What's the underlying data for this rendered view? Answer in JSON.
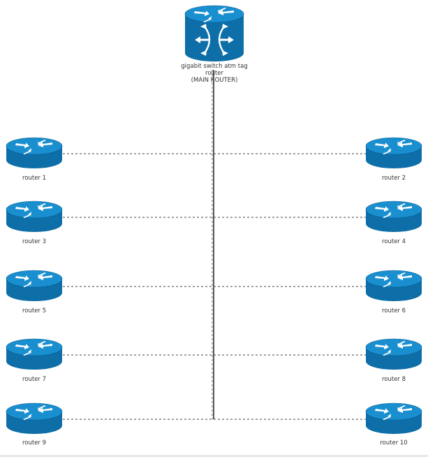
{
  "diagram": {
    "main_router": {
      "label_line1": "gigabit switch atm tag",
      "label_line2": "router",
      "label_line3": "(MAIN ROUTER)",
      "icon": "atm-switch-icon"
    },
    "routers": [
      {
        "id": "router-1",
        "label": "router 1",
        "side": "left",
        "icon": "router-icon"
      },
      {
        "id": "router-2",
        "label": "router 2",
        "side": "right",
        "icon": "router-icon"
      },
      {
        "id": "router-3",
        "label": "router 3",
        "side": "left",
        "icon": "router-icon"
      },
      {
        "id": "router-4",
        "label": "router 4",
        "side": "right",
        "icon": "router-icon"
      },
      {
        "id": "router-5",
        "label": "router 5",
        "side": "left",
        "icon": "router-icon"
      },
      {
        "id": "router-6",
        "label": "router 6",
        "side": "right",
        "icon": "router-icon"
      },
      {
        "id": "router-7",
        "label": "router 7",
        "side": "left",
        "icon": "router-icon"
      },
      {
        "id": "router-8",
        "label": "router 8",
        "side": "right",
        "icon": "router-icon"
      },
      {
        "id": "router-9",
        "label": "router 9",
        "side": "left",
        "icon": "router-icon"
      },
      {
        "id": "router-10",
        "label": "router 10",
        "side": "right",
        "icon": "router-icon"
      }
    ],
    "links": [
      {
        "from": "main-router",
        "to": "trunk",
        "style": "solid"
      },
      {
        "from": "router-1",
        "to": "router-2",
        "style": "dashed"
      },
      {
        "from": "router-3",
        "to": "router-4",
        "style": "dashed"
      },
      {
        "from": "router-5",
        "to": "router-6",
        "style": "dashed"
      },
      {
        "from": "router-7",
        "to": "router-8",
        "style": "dashed"
      },
      {
        "from": "router-9",
        "to": "router-10",
        "style": "dashed"
      }
    ],
    "colors": {
      "device_top": "#1a8fd0",
      "device_body": "#0d6ea8",
      "device_dark": "#0a5a8c",
      "arrow": "#ffffff",
      "link": "#444444"
    }
  }
}
